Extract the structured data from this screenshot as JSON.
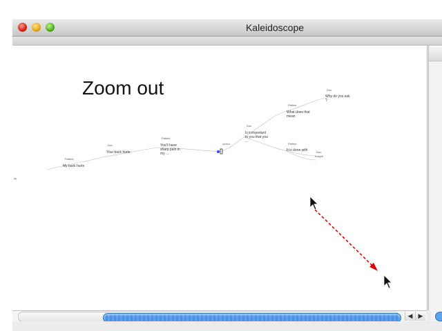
{
  "window": {
    "title": "Kaleidoscope"
  },
  "canvas": {
    "annotation": "Zoom out",
    "nodes": [
      {
        "id": "n1",
        "label": "My back hurts",
        "tag": "Patient"
      },
      {
        "id": "n2",
        "label": "Your back hurts",
        "tag": "Doc"
      },
      {
        "id": "n3",
        "label": "You'll have sharp pain in my ...",
        "tag": "Patient"
      },
      {
        "id": "n4",
        "label": "Is it important to you that you ...",
        "tag": "Doc"
      },
      {
        "id": "n5",
        "label": "What does that mean",
        "tag": "Patient"
      },
      {
        "id": "n6",
        "label": "Why do you ask ?",
        "tag": "Doc"
      },
      {
        "id": "n7",
        "label": "It is done with",
        "tag": "Patient"
      },
      {
        "id": "n8",
        "label": "Insight",
        "tag": "Doc"
      }
    ]
  },
  "scrollbar": {
    "left_arrow": "◀",
    "right_arrow": "▶"
  },
  "colors": {
    "thumb": "#5da2ee",
    "arrow": "#e00000",
    "node_dot": "#2a46ff"
  }
}
